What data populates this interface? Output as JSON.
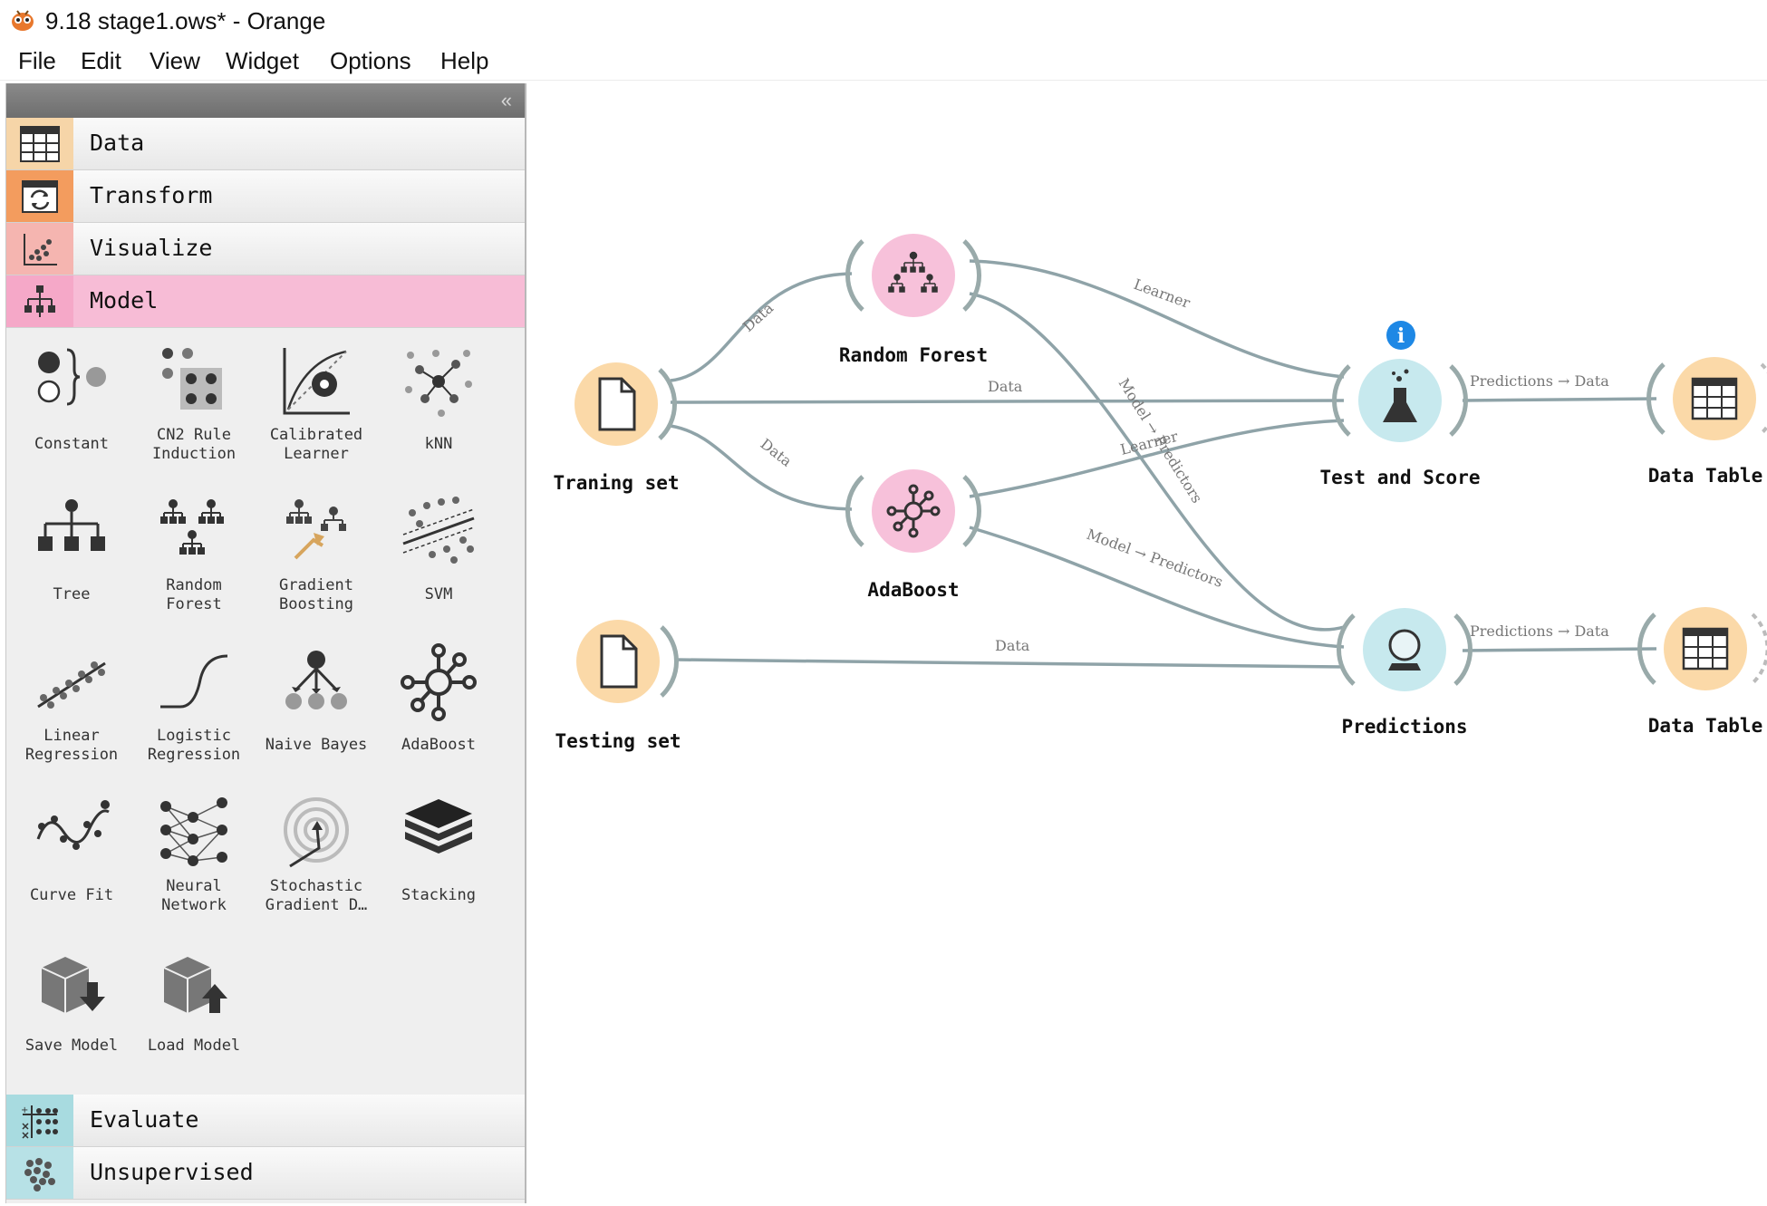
{
  "window": {
    "title": "9.18 stage1.ows* - Orange"
  },
  "menu": [
    "File",
    "Edit",
    "View",
    "Widget",
    "Options",
    "Help"
  ],
  "sidebar": {
    "collapse_glyph": "«",
    "categories": [
      {
        "label": "Data",
        "icon": "table-icon",
        "color": "#f6d5a8"
      },
      {
        "label": "Transform",
        "icon": "transform-icon",
        "color": "#f39c5e"
      },
      {
        "label": "Visualize",
        "icon": "scatter-icon",
        "color": "#f5b5b0"
      },
      {
        "label": "Model",
        "icon": "tree-icon",
        "color": "#f5a8c8"
      }
    ],
    "bottom_categories": [
      {
        "label": "Evaluate",
        "icon": "evaluate-icon",
        "color": "#a8dbe0"
      },
      {
        "label": "Unsupervised",
        "icon": "clusters-icon",
        "color": "#b7e1e6"
      }
    ],
    "widgets": [
      {
        "label": "Constant",
        "icon": "constant-icon"
      },
      {
        "label": "CN2 Rule Induction",
        "line1": "CN2 Rule",
        "line2": "Induction",
        "icon": "cn2-icon"
      },
      {
        "label": "Calibrated Learner",
        "line1": "Calibrated",
        "line2": "Learner",
        "icon": "calibrated-icon"
      },
      {
        "label": "kNN",
        "icon": "knn-icon"
      },
      {
        "label": "Tree",
        "icon": "tree-icon"
      },
      {
        "label": "Random Forest",
        "line1": "Random",
        "line2": "Forest",
        "icon": "random-forest-icon"
      },
      {
        "label": "Gradient Boosting",
        "line1": "Gradient",
        "line2": "Boosting",
        "icon": "gradient-boosting-icon"
      },
      {
        "label": "SVM",
        "icon": "svm-icon"
      },
      {
        "label": "Linear Regression",
        "line1": "Linear",
        "line2": "Regression",
        "icon": "linear-regression-icon"
      },
      {
        "label": "Logistic Regression",
        "line1": "Logistic",
        "line2": "Regression",
        "icon": "logistic-regression-icon"
      },
      {
        "label": "Naive Bayes",
        "icon": "naive-bayes-icon"
      },
      {
        "label": "AdaBoost",
        "icon": "adaboost-icon"
      },
      {
        "label": "Curve Fit",
        "icon": "curve-fit-icon"
      },
      {
        "label": "Neural Network",
        "line1": "Neural",
        "line2": "Network",
        "icon": "neural-network-icon"
      },
      {
        "label": "Stochastic Gradient D…",
        "line1": "Stochastic",
        "line2": "Gradient D…",
        "icon": "sgd-icon"
      },
      {
        "label": "Stacking",
        "icon": "stacking-icon"
      },
      {
        "label": "Save Model",
        "icon": "save-model-icon"
      },
      {
        "label": "Load Model",
        "icon": "load-model-icon"
      }
    ]
  },
  "canvas": {
    "nodes": [
      {
        "id": "training",
        "label": "Traning set",
        "icon": "file-icon",
        "color": "#fbd9a8"
      },
      {
        "id": "testing",
        "label": "Testing set",
        "icon": "file-icon",
        "color": "#fbd9a8"
      },
      {
        "id": "rf",
        "label": "Random Forest",
        "icon": "random-forest-icon",
        "color": "#f7c1da"
      },
      {
        "id": "ada",
        "label": "AdaBoost",
        "icon": "adaboost-icon",
        "color": "#f7c1da"
      },
      {
        "id": "tas",
        "label": "Test and Score",
        "icon": "flask-icon",
        "color": "#c7e9ee"
      },
      {
        "id": "pred",
        "label": "Predictions",
        "icon": "crystal-ball-icon",
        "color": "#c7e9ee"
      },
      {
        "id": "dt1",
        "label": "Data Table",
        "icon": "table-icon",
        "color": "#fbd9a8"
      },
      {
        "id": "dt2",
        "label": "Data Table",
        "icon": "table-icon",
        "color": "#fbd9a8"
      }
    ],
    "links": [
      {
        "from": "training",
        "to": "rf",
        "label": "Data"
      },
      {
        "from": "training",
        "to": "tas",
        "label": "Data"
      },
      {
        "from": "training",
        "to": "ada",
        "label": "Data"
      },
      {
        "from": "rf",
        "to": "tas",
        "label": "Learner"
      },
      {
        "from": "rf",
        "to": "pred",
        "label": "Model → Predictors"
      },
      {
        "from": "ada",
        "to": "tas",
        "label": "Learner"
      },
      {
        "from": "ada",
        "to": "pred",
        "label": "Model → Predictors"
      },
      {
        "from": "testing",
        "to": "pred",
        "label": "Data"
      },
      {
        "from": "tas",
        "to": "dt1",
        "label": "Predictions → Data"
      },
      {
        "from": "pred",
        "to": "dt2",
        "label": "Predictions → Data"
      }
    ],
    "info_badge": "i"
  }
}
